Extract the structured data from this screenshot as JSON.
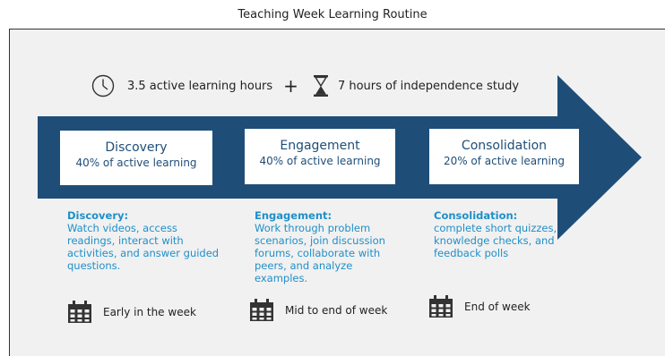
{
  "title": "Teaching Week Learning Routine",
  "hours": {
    "active_label": "3.5 active learning hours",
    "plus": "+",
    "independent_label": "7 hours of independence study"
  },
  "stages": [
    {
      "name": "Discovery",
      "percent": "40% of active learning",
      "desc_head": "Discovery:",
      "desc_body": "Watch videos, access readings, interact with activities, and answer guided questions.",
      "timing": "Early in the week"
    },
    {
      "name": "Engagement",
      "percent": "40% of active learning",
      "desc_head": "Engagement:",
      "desc_body": "Work through problem scenarios, join discussion forums, collaborate with peers, and analyze examples.",
      "timing": "Mid to end of week"
    },
    {
      "name": "Consolidation",
      "percent": "20% of active learning",
      "desc_head": "Consolidation:",
      "desc_body": "complete short quizzes, knowledge checks, and feedback polls",
      "timing": "End of week"
    }
  ],
  "colors": {
    "arrow": "#1e4e78",
    "text_accent": "#1f8fc9",
    "panel": "#f1f1f1"
  }
}
